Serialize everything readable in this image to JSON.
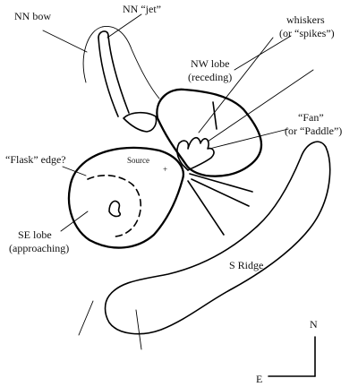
{
  "labels": {
    "nn_bow": "NN bow",
    "nn_jet": "NN “jet”",
    "whiskers_1": "whiskers",
    "whiskers_2": "(or “spikes”)",
    "nw_lobe_1": "NW lobe",
    "nw_lobe_2": "(receding)",
    "fan_1": "“Fan”",
    "fan_2": "(or “Paddle”)",
    "flask_edge": "“Flask” edge?",
    "source": "Source",
    "source_marker": "+",
    "se_lobe_1": "SE lobe",
    "se_lobe_2": "(approaching)",
    "s_ridge": "S Ridge",
    "compass_n": "N",
    "compass_e": "E"
  },
  "colors": {
    "ink": "#000000",
    "background": "#ffffff"
  }
}
